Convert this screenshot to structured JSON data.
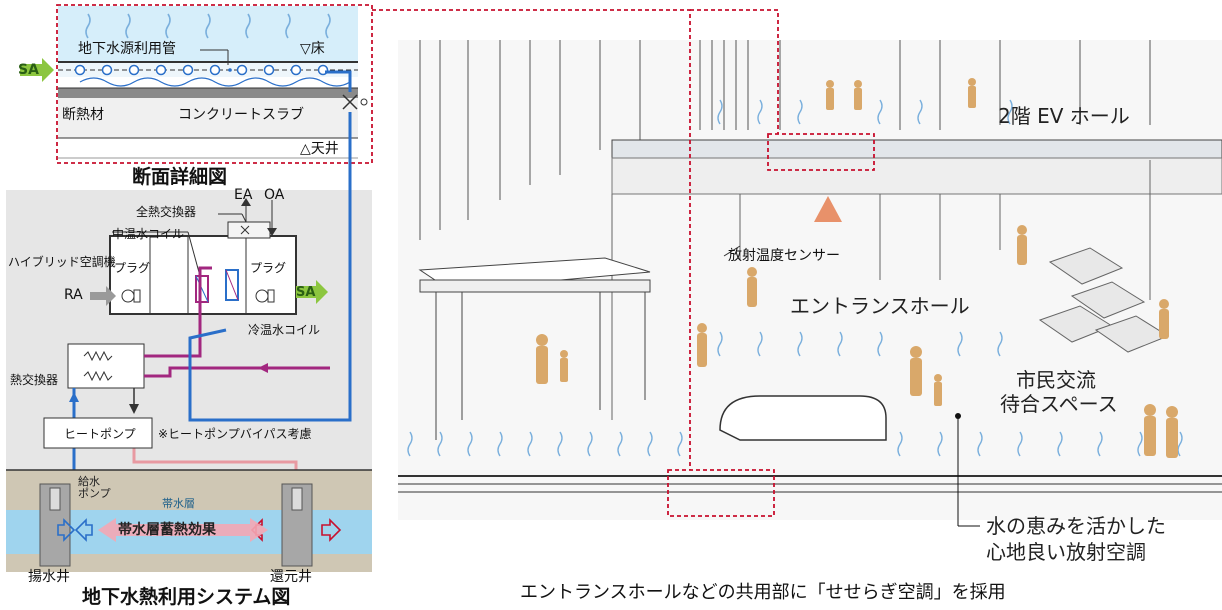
{
  "section_detail": {
    "pipe_label": "地下水源利用管",
    "floor_label": "▽床",
    "sa_label": "SA",
    "insulation_label": "断熱材",
    "slab_label": "コンクリートスラブ",
    "ceiling_label": "△天井",
    "caption": "断面詳細図"
  },
  "system_diagram": {
    "total_heat_exchanger": "全熱交換器",
    "ea_label": "EA",
    "oa_label": "OA",
    "mid_temp_coil": "中温水コイル",
    "hybrid_ahu": "ハイブリッド空調機",
    "plug_left": "プラグ",
    "plug_right": "プラグ",
    "ra_label": "RA",
    "sa_label": "SA",
    "cold_coil": "冷温水コイル",
    "heat_exchanger": "熱交換器",
    "heat_pump": "ヒートポンプ",
    "bypass_note": "※ヒートポンプバイパス考慮",
    "supply_pump": "給水\nポンプ",
    "aquifer": "帯水層",
    "aquifer_effect": "帯水層蓄熱効果",
    "pumping_well": "揚水井",
    "return_well": "還元井",
    "caption": "地下水熱利用システム図"
  },
  "perspective": {
    "ev_hall": "2階 EV ホール",
    "sensor": "放射温度センサー",
    "entrance_hall": "エントランスホール",
    "community_line1": "市民交流",
    "community_line2": "待合スペース",
    "note_line1": "水の恵みを活かした",
    "note_line2": "心地良い放射空調",
    "caption": "エントランスホールなどの共用部に「せせらぎ空調」を採用"
  },
  "colors": {
    "sa_arrow": "#8cc63f",
    "pipe_blue": "#2a6fc9",
    "pipe_magenta": "#a2277f",
    "pipe_pink": "#e89aa2",
    "dash_red": "#c8102e",
    "water_light": "#d6eefa",
    "people": "#d9a86a"
  }
}
